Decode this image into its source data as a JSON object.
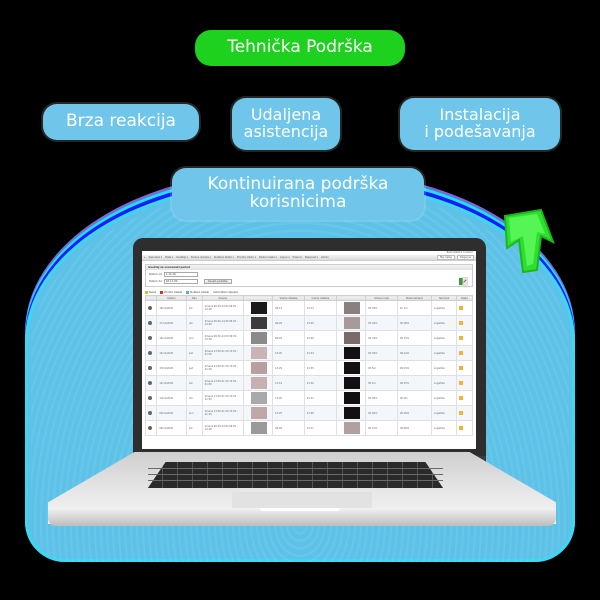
{
  "badges": {
    "main": "Tehnička Podrška",
    "fast_reaction": "Brza reakcija",
    "remote_assistance": [
      "Udaljena",
      "asistencija"
    ],
    "installation": [
      "Instalacija",
      "i podešavanja"
    ],
    "continuous_support": [
      "Kontinuirana podrška",
      "korisnicima"
    ]
  },
  "colors": {
    "green_badge": "#1fd11f",
    "blue_badge": "#6fc6ea",
    "glow": "#5ec2e8",
    "status_dot": "#f2b234"
  },
  "screen": {
    "top_right_text": "Bobcat2021 Custom",
    "menu": [
      "Zaposleni ▾",
      "Plate ▾",
      "Izveštaji ▾",
      "Smene radnika ▾",
      "Službeni izlazci ▾",
      "Privatni izlazci ▾",
      "Radna mesta ▾",
      "Logovi ▾",
      "Praznici",
      "Raspored ▾",
      "Admin"
    ],
    "menu_right": [
      "Moj nalog",
      "Izloguj se"
    ],
    "panel_title": "Izveštaj za vremenski period",
    "date_from_label": "Datum od:",
    "date_from_value": "1.11.20.",
    "date_to_label": "Datum do:",
    "date_to_value": "18.11.20.",
    "refresh_button": "Osveži podatke",
    "legend": [
      "Pauza",
      "Privatni izlazak",
      "Službeni izlazak",
      "Automatski odjavljen"
    ],
    "legend_colors": [
      "#f2b234",
      "#c0392b",
      "#5dade2",
      "#888888"
    ],
    "columns": [
      "",
      "Datum",
      "Dan",
      "Smena",
      "",
      "Vreme dolaska",
      "Vreme odlaska",
      "",
      "Smena rada",
      "Prekovremeno",
      "Terminal",
      "Izlazci"
    ],
    "rows": [
      {
        "date": "18/11/2020",
        "day": "sre",
        "shift": "Smena 06:30-14:30 06:30 - 14:30",
        "arrive": "06:14",
        "leave": "15:13",
        "worked": "8h 59m",
        "overtime": "1h 1m",
        "terminal": "Logistika"
      },
      {
        "date": "17/11/2020",
        "day": "uto",
        "shift": "Smena 06:30-14:30 06:30 - 14:30",
        "arrive": "06:29",
        "leave": "15:29",
        "worked": "8h 44m",
        "overtime": "00:00m",
        "terminal": "Logistika"
      },
      {
        "date": "16/11/2020",
        "day": "pon",
        "shift": "Smena 06:30-14:30 06:30 - 14:30",
        "arrive": "06:29",
        "leave": "15:26",
        "worked": "8h 43m",
        "overtime": "00:07m",
        "terminal": "Logistika"
      },
      {
        "date": "14/11/2020",
        "day": "sub",
        "shift": "Smena 13:30-21:30 13:30 - 21:30",
        "arrive": "13:20",
        "leave": "21:34",
        "worked": "8h 09m",
        "overtime": "00:14m",
        "terminal": "Logistika"
      },
      {
        "date": "13/11/2020",
        "day": "pet",
        "shift": "Smena 13:30-21:30 13:30 - 21:30",
        "arrive": "13:29",
        "leave": "21:35",
        "worked": "8h 5m",
        "overtime": "00:15m",
        "terminal": "Logistika"
      },
      {
        "date": "12/11/2020",
        "day": "čet",
        "shift": "Smena 13:30-21:30 13:30 - 21:30",
        "arrive": "13:19",
        "leave": "21:30",
        "worked": "8h 1m",
        "overtime": "00:07m",
        "terminal": "Logistika"
      },
      {
        "date": "10/11/2020",
        "day": "uto",
        "shift": "Smena 13:30-21:30 13:30 - 21:30",
        "arrive": "13:20",
        "leave": "21:31",
        "worked": "8h 00m",
        "overtime": "00:0m",
        "terminal": "Logistika"
      },
      {
        "date": "09/11/2020",
        "day": "pon",
        "shift": "Smena 13:30-21:30 13:30 - 21:30",
        "arrive": "13:25",
        "leave": "21:58",
        "worked": "8h 20m",
        "overtime": "00:05m",
        "terminal": "Logistika"
      },
      {
        "date": "06/11/2020",
        "day": "sre",
        "shift": "Smena 06:30-14:30 06:30 - 14:30",
        "arrive": "06:26",
        "leave": "15:11",
        "worked": "8h 15m",
        "overtime": "00:00m",
        "terminal": "Logistika"
      }
    ]
  }
}
